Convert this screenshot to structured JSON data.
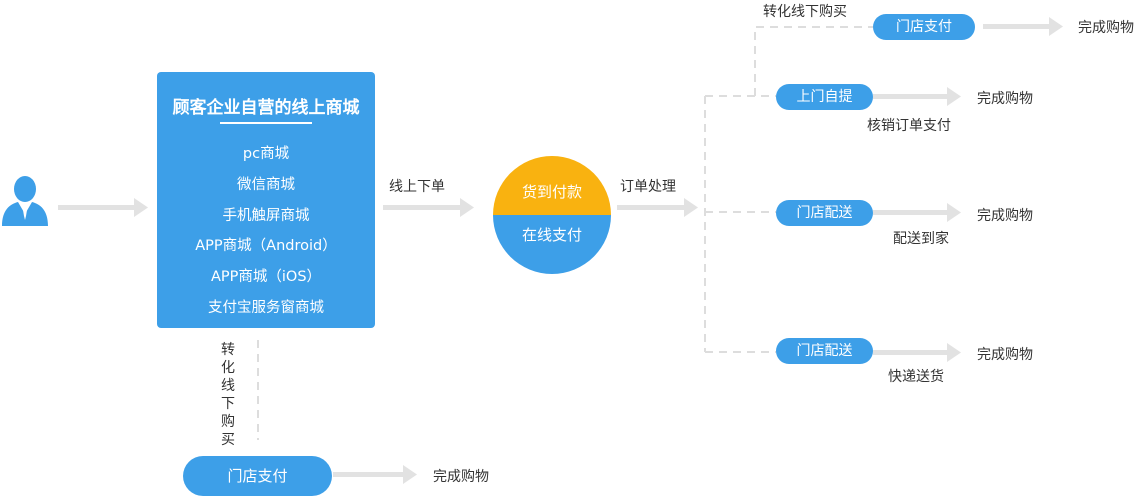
{
  "customer": {
    "icon": "user-icon",
    "color": "#3d9fe8"
  },
  "mall": {
    "title": "顾客企业自营的线上商城",
    "channels": [
      "pc商城",
      "微信商城",
      "手机触屏商城",
      "APP商城（Android）",
      "APP商城（iOS）",
      "支付宝服务窗商城"
    ]
  },
  "edges": {
    "online_order": "线上下单",
    "order_processing": "订单处理",
    "to_offline_top": "转化线下购买",
    "to_offline_left": "转化线下购买",
    "verify_payment": "核销订单支付",
    "deliver_home": "配送到家",
    "express": "快递送货"
  },
  "payment": {
    "cod": "货到付款",
    "online": "在线支付"
  },
  "nodes": {
    "store_pay_top": "门店支付",
    "self_pickup": "上门自提",
    "store_delivery_1": "门店配送",
    "store_delivery_2": "门店配送",
    "store_pay_bottom": "门店支付"
  },
  "outcomes": {
    "top": "完成购物",
    "pickup": "完成购物",
    "delivery_1": "完成购物",
    "delivery_2": "完成购物",
    "bottom": "完成购物"
  },
  "colors": {
    "blue": "#3d9fe8",
    "orange": "#f9b210",
    "connector": "#dddddd"
  }
}
